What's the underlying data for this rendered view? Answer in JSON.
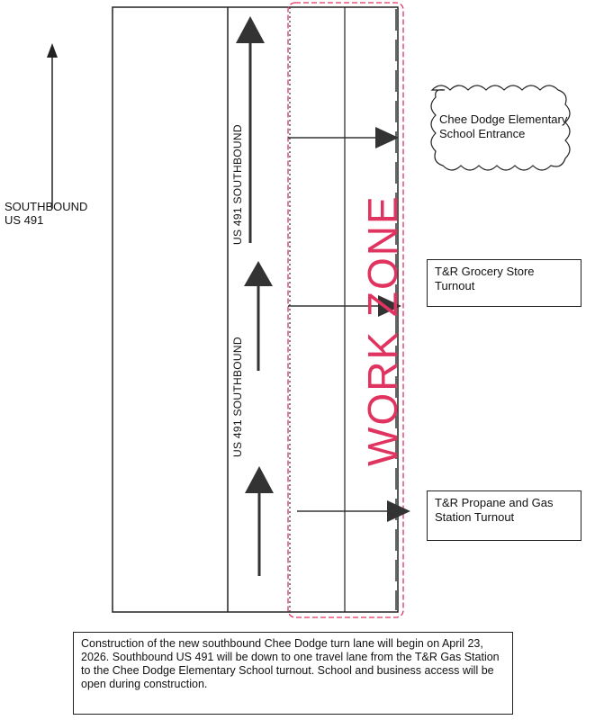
{
  "side_label": {
    "line1": "SOUTHBOUND",
    "line2": "US 491"
  },
  "lane_labels": {
    "upper": "US 491 SOUTHBOUND",
    "lower": "US 491 SOUTHBOUND"
  },
  "work_zone": "WORK ZONE",
  "destinations": {
    "school": {
      "line1": "Chee Dodge Elementary",
      "line2": "School Entrance"
    },
    "grocery": {
      "line1": "T&R Grocery Store",
      "line2": "Turnout"
    },
    "propane": {
      "line1": "T&R Propane and Gas",
      "line2": "Station Turnout"
    }
  },
  "notice": "Construction of the new southbound Chee Dodge turn lane will begin on April 23, 2026.  Southbound US 491 will be down to one travel lane from the T&R Gas Station to the Chee Dodge Elementary School turnout.  School and business access will be open during construction.",
  "colors": {
    "work_zone": "#e0335f",
    "line": "#222222",
    "arrow": "#333333"
  }
}
